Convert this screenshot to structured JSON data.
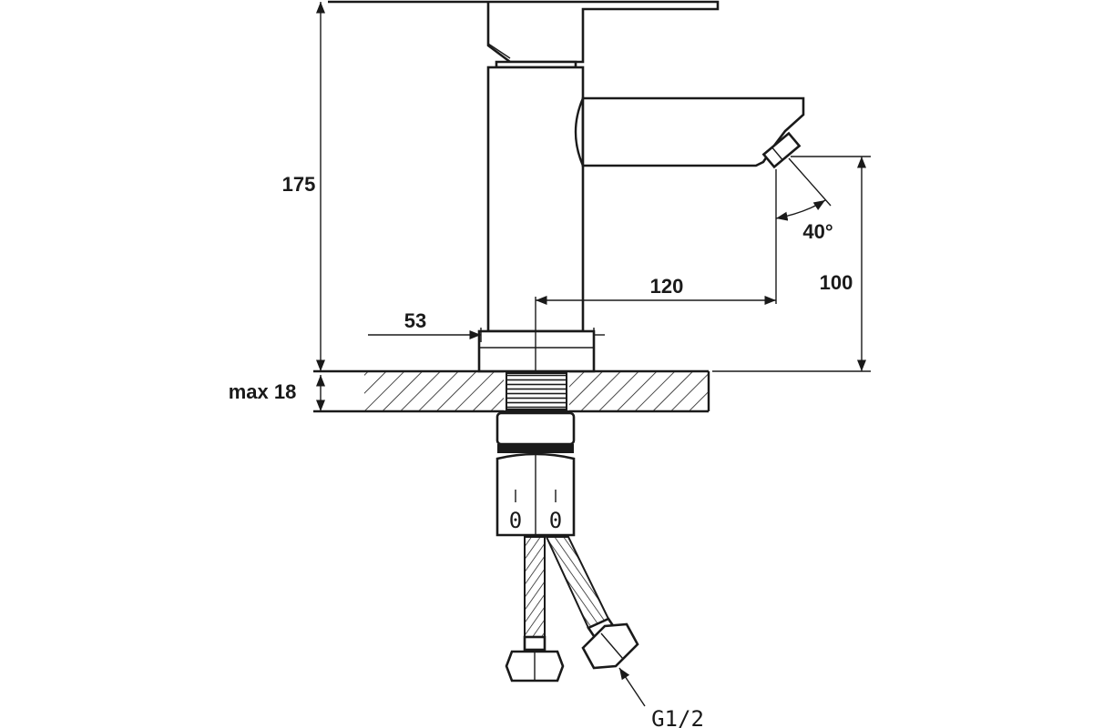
{
  "dimensions": {
    "total_height": "175",
    "spout_height": "100",
    "spout_reach": "120",
    "base_diameter": "53",
    "max_countertop": "max 18",
    "aerator_angle": "40°"
  },
  "connection": {
    "thread": "G1/2"
  },
  "mounting_nut_marks": [
    "0",
    "0"
  ]
}
